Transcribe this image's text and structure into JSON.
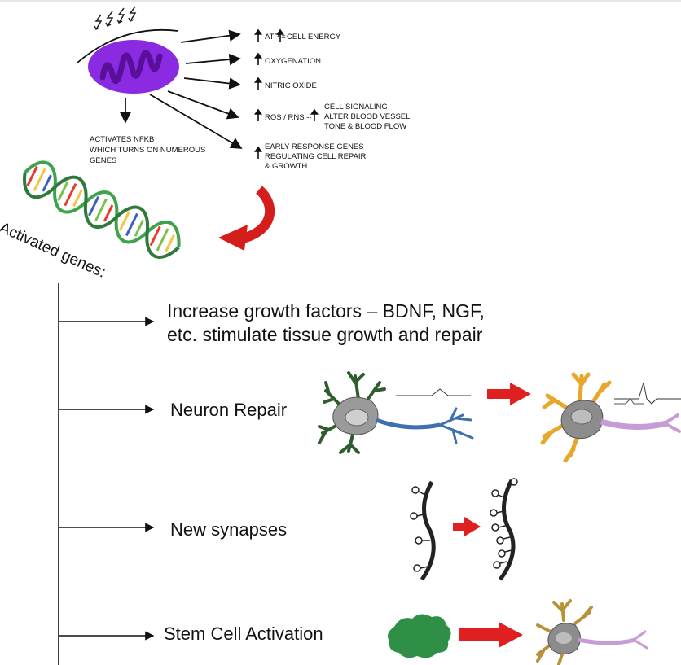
{
  "mito_effects": {
    "atp_prefix": "ATP =",
    "atp_suffix": "CELL ENERGY",
    "oxygenation": "OXYGENATION",
    "nitric_oxide": "NITRIC OXIDE",
    "ros": "ROS / RNS --",
    "ros_effects": [
      "CELL SIGNALING",
      "ALTER BLOOD VESSEL",
      "TONE & BLOOD FLOW"
    ],
    "early_genes": [
      "EARLY RESPONSE GENES",
      "REGULATING CELL REPAIR",
      "& GROWTH"
    ]
  },
  "nfkb_text": [
    "ACTIVATES NFKB",
    "WHICH TURNS ON NUMEROUS",
    "GENES"
  ],
  "activated_genes_label": "Activated genes:",
  "branches": {
    "growth_factors": [
      "Increase growth factors – BDNF, NGF,",
      "etc. stimulate tissue growth and repair"
    ],
    "neuron_repair": "Neuron Repair",
    "new_synapses": "New synapses",
    "stem_cell": "Stem Cell Activation"
  },
  "colors": {
    "mitochondrion": "#8a2be2",
    "red_arrow": "#e02020",
    "dendrite_green": "#2e5e2e",
    "axon_blue": "#3f6fae",
    "neuron_orange": "#e8a62a",
    "axon_pink": "#c79bd6",
    "stem_cell_green": "#2f8f47"
  }
}
